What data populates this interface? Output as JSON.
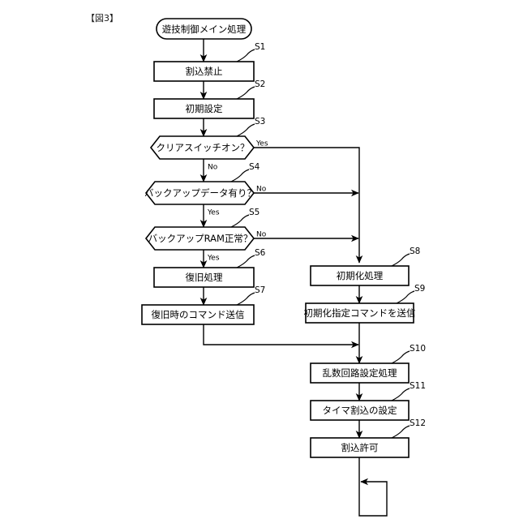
{
  "figure": {
    "label": "【図3】",
    "title_node": "遊技制御メイン処理"
  },
  "diagram": {
    "type": "flowchart",
    "orientation": "top-down",
    "nodes": [
      {
        "id": "start",
        "shape": "terminator",
        "text": "遊技制御メイン処理",
        "step": ""
      },
      {
        "id": "s1",
        "shape": "process",
        "text": "割込禁止",
        "step": "S1"
      },
      {
        "id": "s2",
        "shape": "process",
        "text": "初期設定",
        "step": "S2"
      },
      {
        "id": "s3",
        "shape": "decision",
        "text": "クリアスイッチオン？",
        "step": "S3"
      },
      {
        "id": "s4",
        "shape": "decision",
        "text": "バックアップデータ有り？",
        "step": "S4"
      },
      {
        "id": "s5",
        "shape": "decision",
        "text": "バックアップRAM正常？",
        "step": "S5"
      },
      {
        "id": "s6",
        "shape": "process",
        "text": "復旧処理",
        "step": "S6"
      },
      {
        "id": "s7",
        "shape": "process",
        "text": "復旧時のコマンド送信",
        "step": "S7"
      },
      {
        "id": "s8",
        "shape": "process",
        "text": "初期化処理",
        "step": "S8"
      },
      {
        "id": "s9",
        "shape": "process",
        "text": "初期化指定コマンドを送信",
        "step": "S9"
      },
      {
        "id": "s10",
        "shape": "process",
        "text": "乱数回路設定処理",
        "step": "S10"
      },
      {
        "id": "s11",
        "shape": "process",
        "text": "タイマ割込の設定",
        "step": "S11"
      },
      {
        "id": "s12",
        "shape": "process",
        "text": "割込許可",
        "step": "S12"
      }
    ],
    "branch_labels": {
      "s3_yes": "Yes",
      "s3_no": "No",
      "s4_no": "No",
      "s4_yes": "Yes",
      "s5_no": "No",
      "s5_yes": "Yes"
    },
    "edges": [
      {
        "from": "start",
        "to": "s1",
        "label": ""
      },
      {
        "from": "s1",
        "to": "s2",
        "label": ""
      },
      {
        "from": "s2",
        "to": "s3",
        "label": ""
      },
      {
        "from": "s3",
        "to": "s8",
        "label": "Yes"
      },
      {
        "from": "s3",
        "to": "s4",
        "label": "No"
      },
      {
        "from": "s4",
        "to": "s8",
        "label": "No"
      },
      {
        "from": "s4",
        "to": "s5",
        "label": "Yes"
      },
      {
        "from": "s5",
        "to": "s8",
        "label": "No"
      },
      {
        "from": "s5",
        "to": "s6",
        "label": "Yes"
      },
      {
        "from": "s6",
        "to": "s7",
        "label": ""
      },
      {
        "from": "s7",
        "to": "s10",
        "label": ""
      },
      {
        "from": "s8",
        "to": "s9",
        "label": ""
      },
      {
        "from": "s9",
        "to": "s10",
        "label": ""
      },
      {
        "from": "s10",
        "to": "s11",
        "label": ""
      },
      {
        "from": "s11",
        "to": "s12",
        "label": ""
      },
      {
        "from": "s12",
        "to": "s12",
        "label": "loop"
      }
    ],
    "colors": {
      "stroke": "#000000",
      "fill": "#ffffff",
      "background": "#ffffff",
      "text": "#000000"
    }
  }
}
